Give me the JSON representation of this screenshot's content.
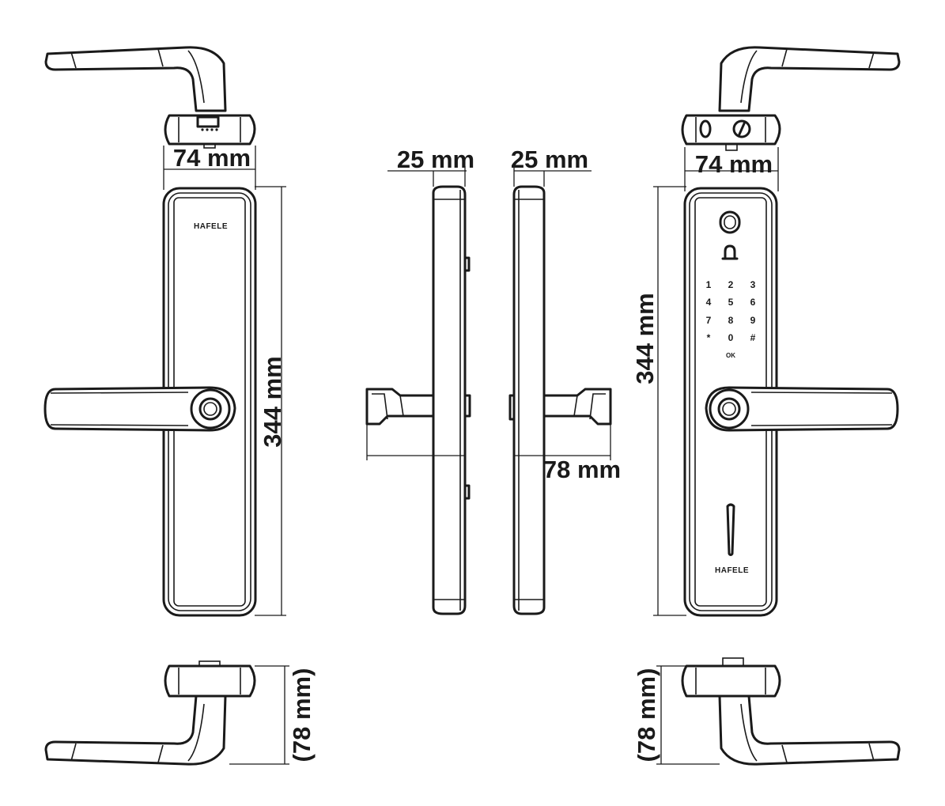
{
  "dimensions": {
    "top_left_width": "74 mm",
    "top_right_width": "74 mm",
    "side_left_depth": "25 mm",
    "side_right_depth": "25 mm",
    "handle_projection": "78 mm",
    "left_height": "344 mm",
    "right_height": "344 mm",
    "bottom_left_projection": "(78 mm)",
    "bottom_right_projection": "(78 mm)"
  },
  "branding": {
    "back_logo": "HAFELE",
    "front_logo": "HAFELE"
  },
  "keypad": {
    "keys": [
      "1",
      "2",
      "3",
      "4",
      "5",
      "6",
      "7",
      "8",
      "9",
      "*",
      "0",
      "#"
    ],
    "enter_key": "OK"
  },
  "icons": [
    "fingerprint-icon",
    "bell-icon",
    "key-cylinder-icon",
    "card-reader-icon"
  ]
}
